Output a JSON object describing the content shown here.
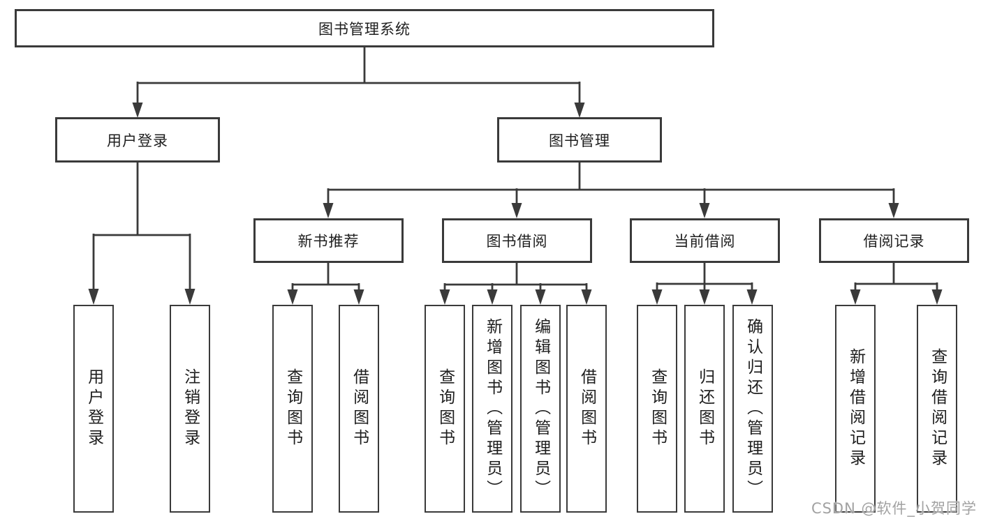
{
  "nodes": {
    "root": {
      "label": "图书管理系统"
    },
    "level2": [
      {
        "label": "用户登录"
      },
      {
        "label": "图书管理"
      }
    ],
    "level3": [
      {
        "label": "新书推荐",
        "parent": "图书管理"
      },
      {
        "label": "图书借阅",
        "parent": "图书管理"
      },
      {
        "label": "当前借阅",
        "parent": "图书管理"
      },
      {
        "label": "借阅记录",
        "parent": "图书管理"
      }
    ],
    "leaves": [
      {
        "label": "用户登录",
        "parent": "用户登录"
      },
      {
        "label": "注销登录",
        "parent": "用户登录"
      },
      {
        "label": "查询图书",
        "parent": "新书推荐"
      },
      {
        "label": "借阅图书",
        "parent": "新书推荐"
      },
      {
        "label": "查询图书",
        "parent": "图书借阅"
      },
      {
        "label": "新增图书（管理员）",
        "parent": "图书借阅"
      },
      {
        "label": "编辑图书（管理员）",
        "parent": "图书借阅"
      },
      {
        "label": "借阅图书",
        "parent": "图书借阅"
      },
      {
        "label": "查询图书",
        "parent": "当前借阅"
      },
      {
        "label": "归还图书",
        "parent": "当前借阅"
      },
      {
        "label": "确认归还（管理员）",
        "parent": "当前借阅"
      },
      {
        "label": "新增借阅记录",
        "parent": "借阅记录"
      },
      {
        "label": "查询借阅记录",
        "parent": "借阅记录"
      }
    ]
  },
  "watermark": "CSDN @软件_小贺同学",
  "colors": {
    "line": "#3a3a3a",
    "box_border": "#3a3a3a",
    "text": "#1e1e1e",
    "watermark": "#a2a2a2",
    "background": "#ffffff"
  }
}
